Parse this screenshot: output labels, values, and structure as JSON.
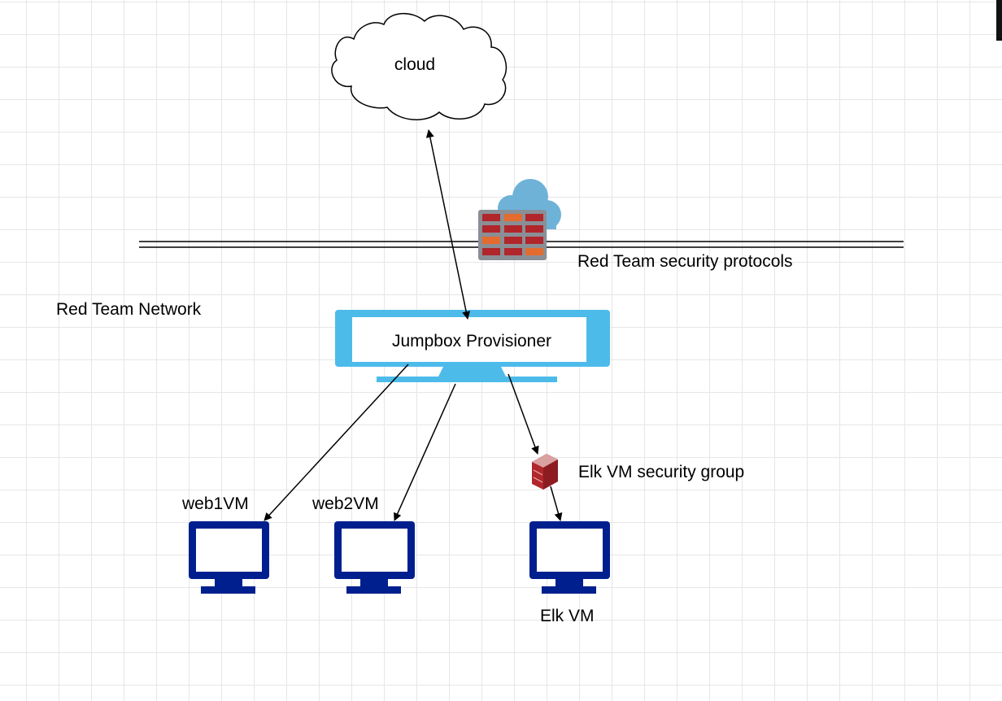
{
  "cloud": {
    "label": "cloud"
  },
  "firewall": {
    "label": "Red Team security protocols"
  },
  "network": {
    "label": "Red Team Network"
  },
  "jumpbox": {
    "label": "Jumpbox Provisioner"
  },
  "elk_security_group": {
    "label": "Elk VM security group"
  },
  "vms": {
    "web1": {
      "label": "web1VM"
    },
    "web2": {
      "label": "web2VM"
    },
    "elk": {
      "label": "Elk VM"
    }
  },
  "colors": {
    "monitor_dark": "#001f8f",
    "monitor_light": "#4dbbea",
    "firewall_brick": "#b0262b",
    "firewall_orange": "#e36c2e",
    "firewall_cloud": "#6fb2d8"
  },
  "icons": [
    "cloud-icon",
    "cloud-firewall-icon",
    "monitor-icon",
    "firewall-icon"
  ]
}
